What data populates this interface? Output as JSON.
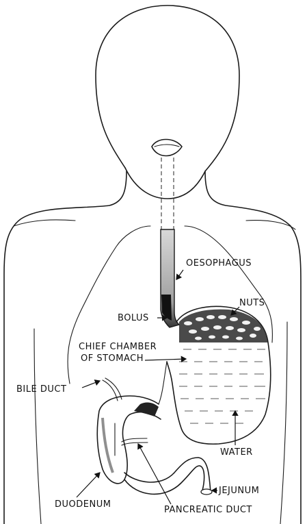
{
  "labels": {
    "oesophagus": "OESOPHAGUS",
    "nuts": "NUTS",
    "bolus": "BOLUS",
    "chief_chamber_line1": "CHIEF CHAMBER",
    "chief_chamber_line2": "OF STOMACH",
    "bile_duct": "BILE DUCT",
    "water": "WATER",
    "jejunum": "JEJUNUM",
    "duodenum": "DUODENUM",
    "pancreatic_duct": "PANCREATIC DUCT"
  }
}
